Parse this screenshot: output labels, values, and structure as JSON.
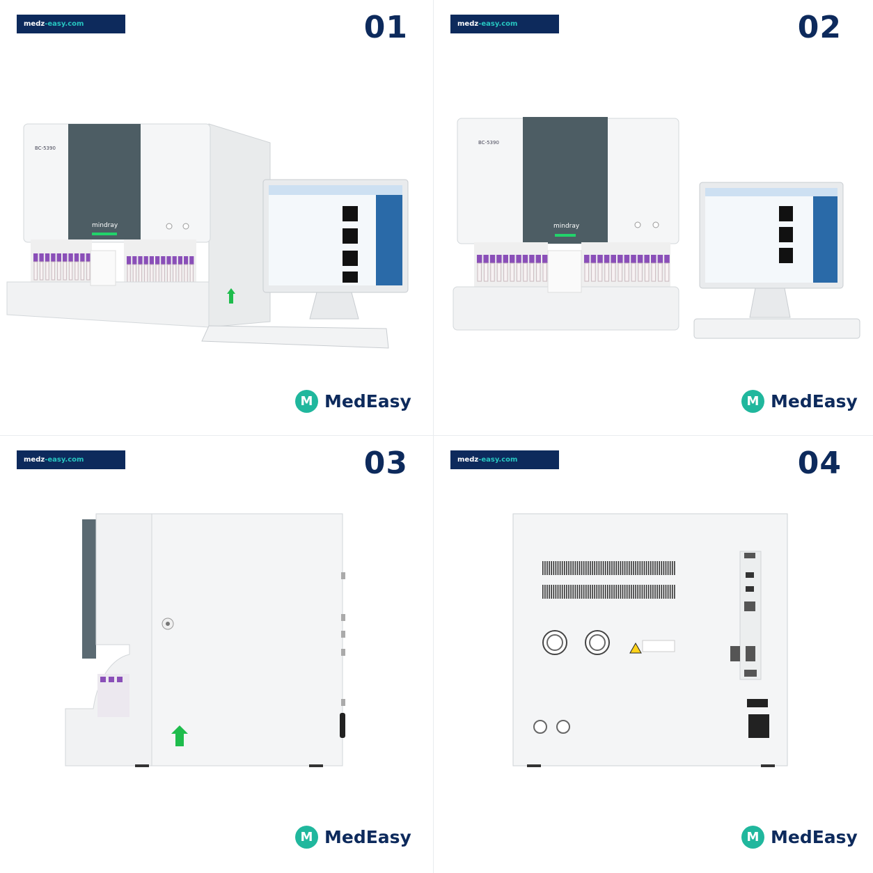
{
  "panels": [
    {
      "site_prefix": "medz",
      "site_suffix": "-easy.com",
      "number": "01",
      "brand": "MedEasy",
      "logo_letter": "M",
      "device_label": "BC-5390",
      "device_brand": "mindray"
    },
    {
      "site_prefix": "medz",
      "site_suffix": "-easy.com",
      "number": "02",
      "brand": "MedEasy",
      "logo_letter": "M",
      "device_label": "BC-5390",
      "device_brand": "mindray"
    },
    {
      "site_prefix": "medz",
      "site_suffix": "-easy.com",
      "number": "03",
      "brand": "MedEasy",
      "logo_letter": "M"
    },
    {
      "site_prefix": "medz",
      "site_suffix": "-easy.com",
      "number": "04",
      "brand": "MedEasy",
      "logo_letter": "M"
    }
  ],
  "colors": {
    "navy": "#0d2a5c",
    "teal": "#27c6c1",
    "brand_green": "#20b79d",
    "purple_cap": "#8a4fb8",
    "dark_panel": "#4d5d64"
  }
}
